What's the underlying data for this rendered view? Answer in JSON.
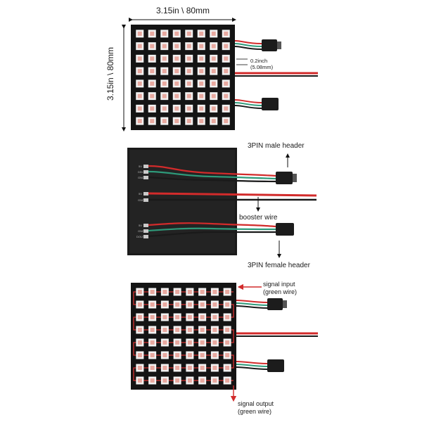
{
  "top_panel": {
    "width_label": "3.15in \\ 80mm",
    "height_label": "3.15in \\ 80mm",
    "pitch_label_line1": "0.2inch",
    "pitch_label_line2": "(5.08mm)",
    "grid_cols": 8,
    "grid_rows": 8
  },
  "middle_panel": {
    "male_header_label": "3PIN male header",
    "booster_wire_label": "booster wire",
    "female_header_label": "3PIN female header",
    "pad_labels": [
      "5V",
      "DIN",
      "GND",
      "5V",
      "GND",
      "5V",
      "GND",
      "DOUT"
    ]
  },
  "bottom_panel": {
    "signal_input_line1": "signal input",
    "signal_input_line2": "(green wire)",
    "signal_output_line1": "signal output",
    "signal_output_line2": "(green wire)",
    "grid_cols": 8,
    "grid_rows": 8
  },
  "colors": {
    "board": "#141414",
    "led_body": "#f2f2f2",
    "led_chip": "#e8a9a0",
    "wire_red": "#d22b2b",
    "wire_green": "#2e9a7a",
    "wire_black": "#1a1a1a",
    "trace_red": "#d83030",
    "connector": "#1c1c1c"
  }
}
